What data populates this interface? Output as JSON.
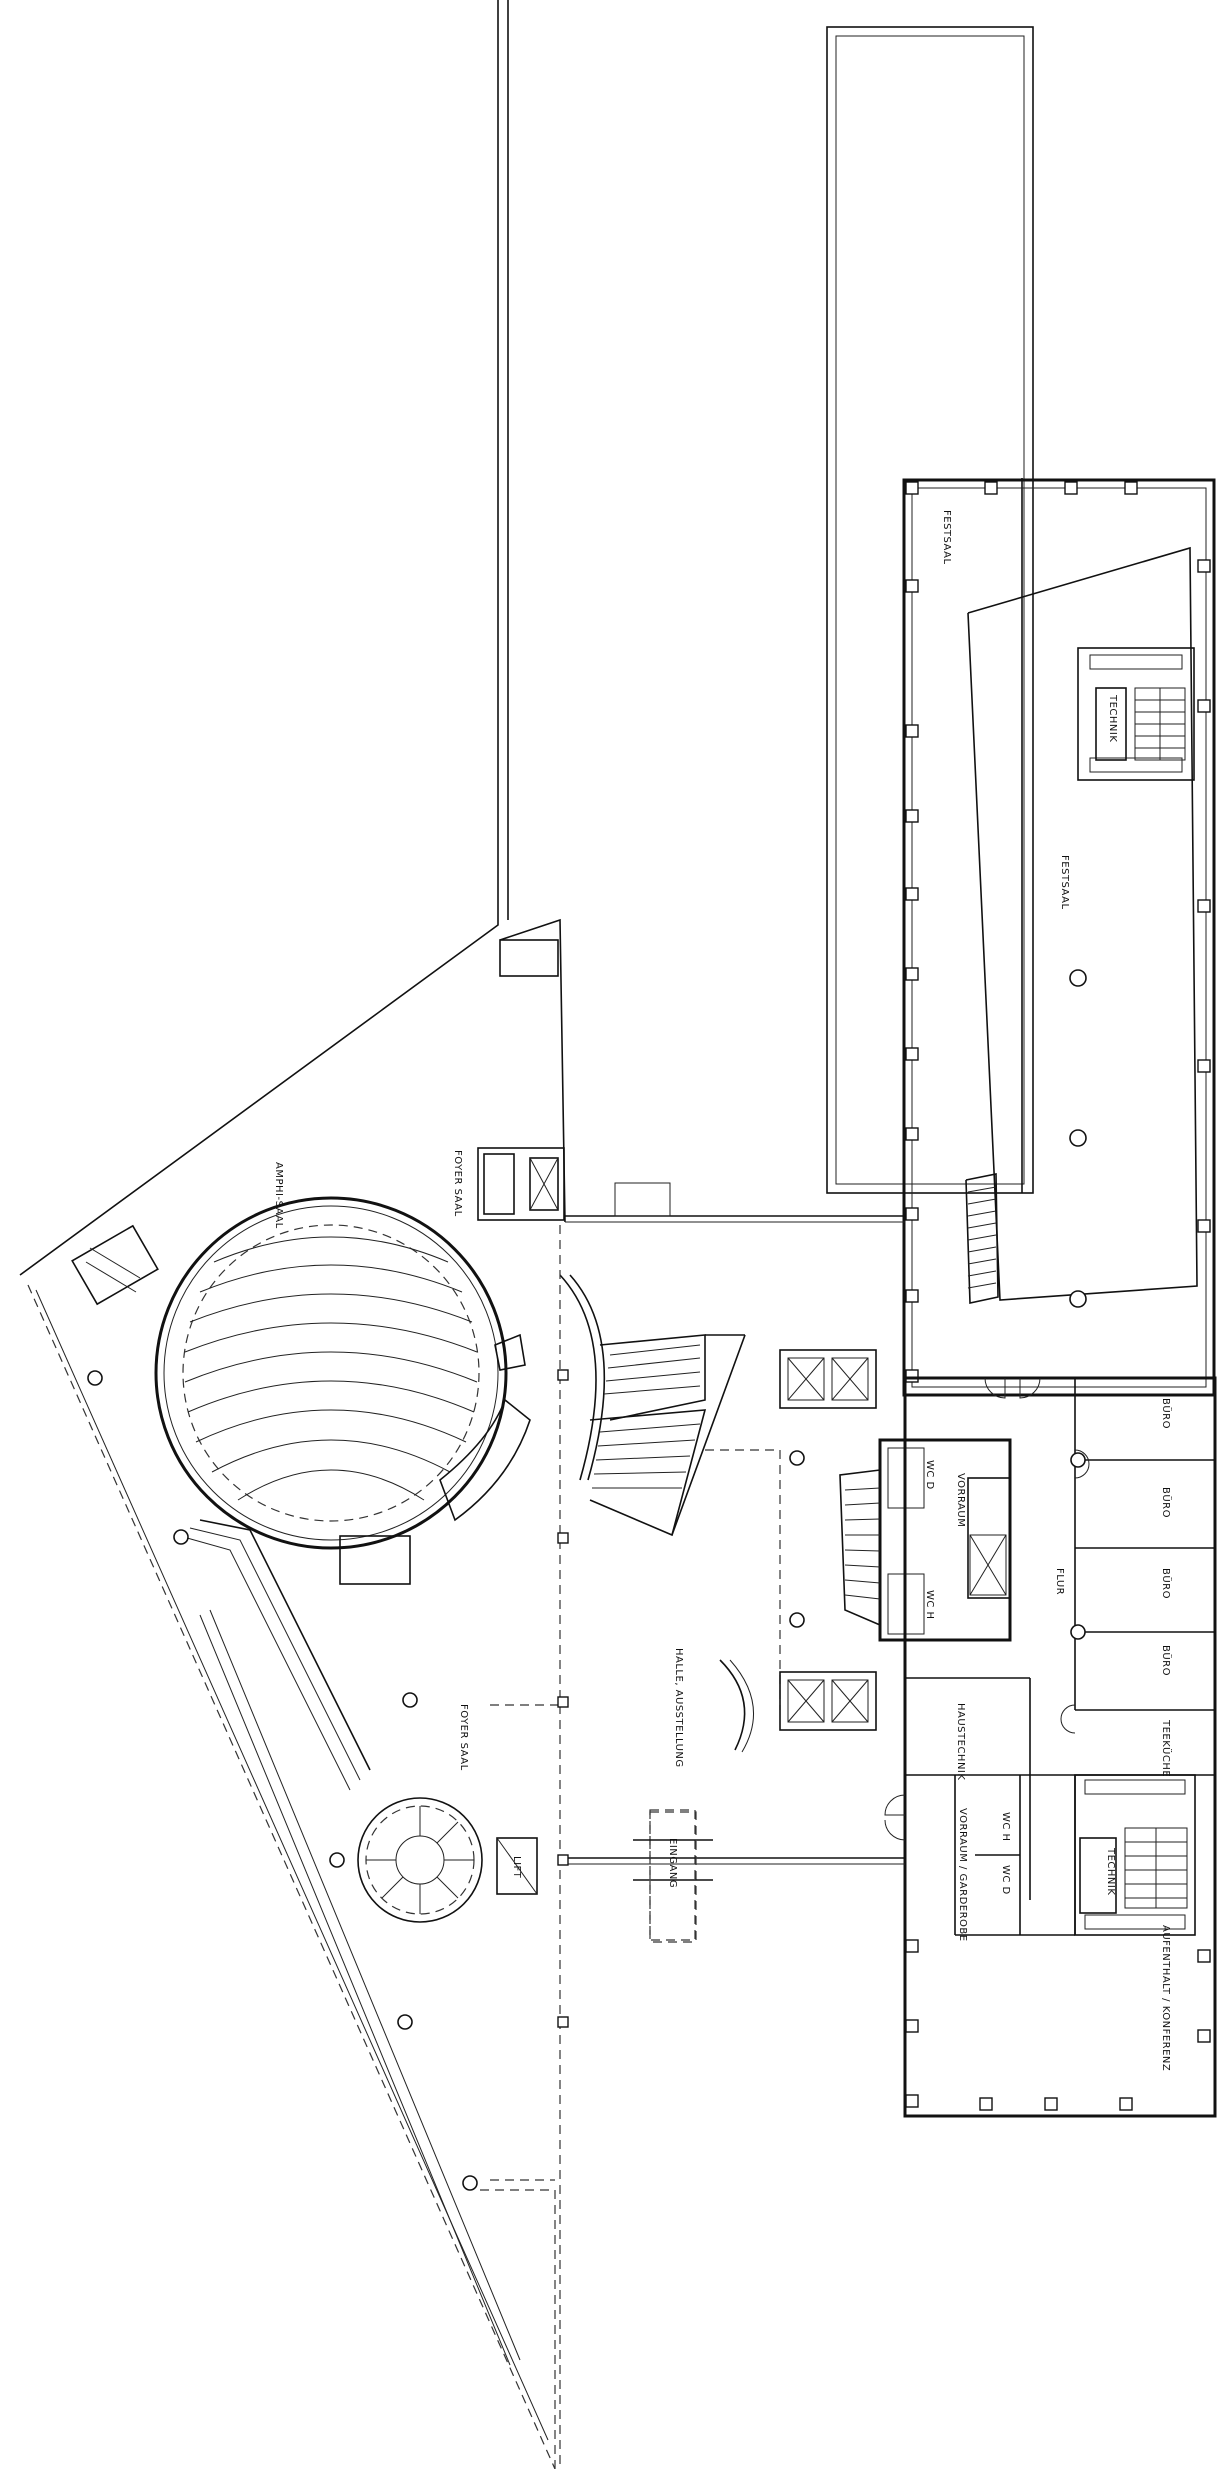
{
  "rooms": {
    "festsaal_north": "FESTSAAL",
    "festsaal": "FESTSAAL",
    "technik_north": "TECHNIK",
    "foyer_saal_north": "FOYER SAAL",
    "amphi_saal": "AMPHI-SAAL",
    "wc_d_1": "WC D",
    "vorraum": "VORRAUM",
    "wc_h_1": "WC H",
    "flur": "FLUR",
    "buero_1": "BÜRO",
    "buero_2": "BÜRO",
    "buero_3": "BÜRO",
    "buero_4": "BÜRO",
    "teekueche": "TEEKÜCHE",
    "halle": "HALLE, AUSSTELLUNG",
    "foyer_saal_south": "FOYER SAAL",
    "haustechnik": "HAUSTECHNIK",
    "wc_h_2": "WC H",
    "wc_d_2": "WC D",
    "technik_south": "TECHNIK",
    "vorraum_garderobe": "VORRAUM / GARDEROBE",
    "eingang": "EINGANG",
    "lift": "LIFT",
    "aufenthalt": "AUFENTHALT / KONFERENZ"
  },
  "icons": {
    "column": "column-icon",
    "door": "door-swing-icon",
    "stair": "stair-icon",
    "elevator": "elevator-icon"
  },
  "colors": {
    "line": "#111111",
    "background": "#ffffff"
  }
}
